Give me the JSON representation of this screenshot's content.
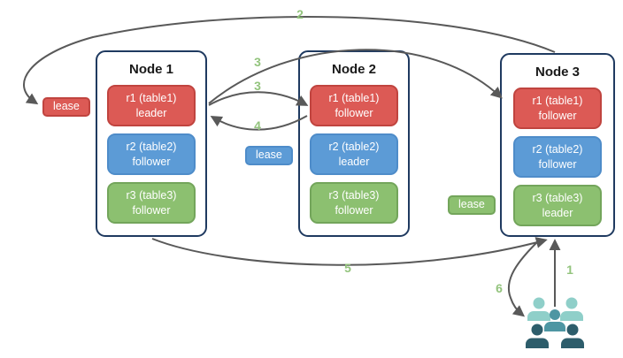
{
  "nodes": [
    {
      "title": "Node 1",
      "replicas": [
        {
          "range": "r1 (table1)",
          "role": "leader",
          "color": "#DC5A55"
        },
        {
          "range": "r2 (table2)",
          "role": "follower",
          "color": "#5C9BD6"
        },
        {
          "range": "r3 (table3)",
          "role": "follower",
          "color": "#8CC070"
        }
      ]
    },
    {
      "title": "Node 2",
      "replicas": [
        {
          "range": "r1 (table1)",
          "role": "follower",
          "color": "#DC5A55"
        },
        {
          "range": "r2 (table2)",
          "role": "leader",
          "color": "#5C9BD6"
        },
        {
          "range": "r3 (table3)",
          "role": "follower",
          "color": "#8CC070"
        }
      ]
    },
    {
      "title": "Node 3",
      "replicas": [
        {
          "range": "r1 (table1)",
          "role": "follower",
          "color": "#DC5A55"
        },
        {
          "range": "r2 (table2)",
          "role": "follower",
          "color": "#5C9BD6"
        },
        {
          "range": "r3 (table3)",
          "role": "leader",
          "color": "#8CC070"
        }
      ]
    }
  ],
  "leases": {
    "red": {
      "label": "lease",
      "color": "#DC5A55"
    },
    "blue": {
      "label": "lease",
      "color": "#5C9BD6"
    },
    "green": {
      "label": "lease",
      "color": "#8CC070"
    }
  },
  "steps": {
    "s1": "1",
    "s2": "2",
    "s3a": "3",
    "s3b": "3",
    "s4": "4",
    "s5": "5",
    "s6": "6"
  },
  "icons": {
    "users": "users-group-icon"
  },
  "colors": {
    "red": "#DC5A55",
    "red_border": "#C0443F",
    "blue": "#5C9BD6",
    "blue_border": "#4E8CC9",
    "green": "#8CC070",
    "green_border": "#73A55B",
    "node_border": "#1F3A60",
    "arrow": "#595959",
    "step_label": "#93C47D",
    "users_light": "#8FCFC9",
    "users_mid": "#4E96A3",
    "users_dark": "#2D5D6B"
  }
}
